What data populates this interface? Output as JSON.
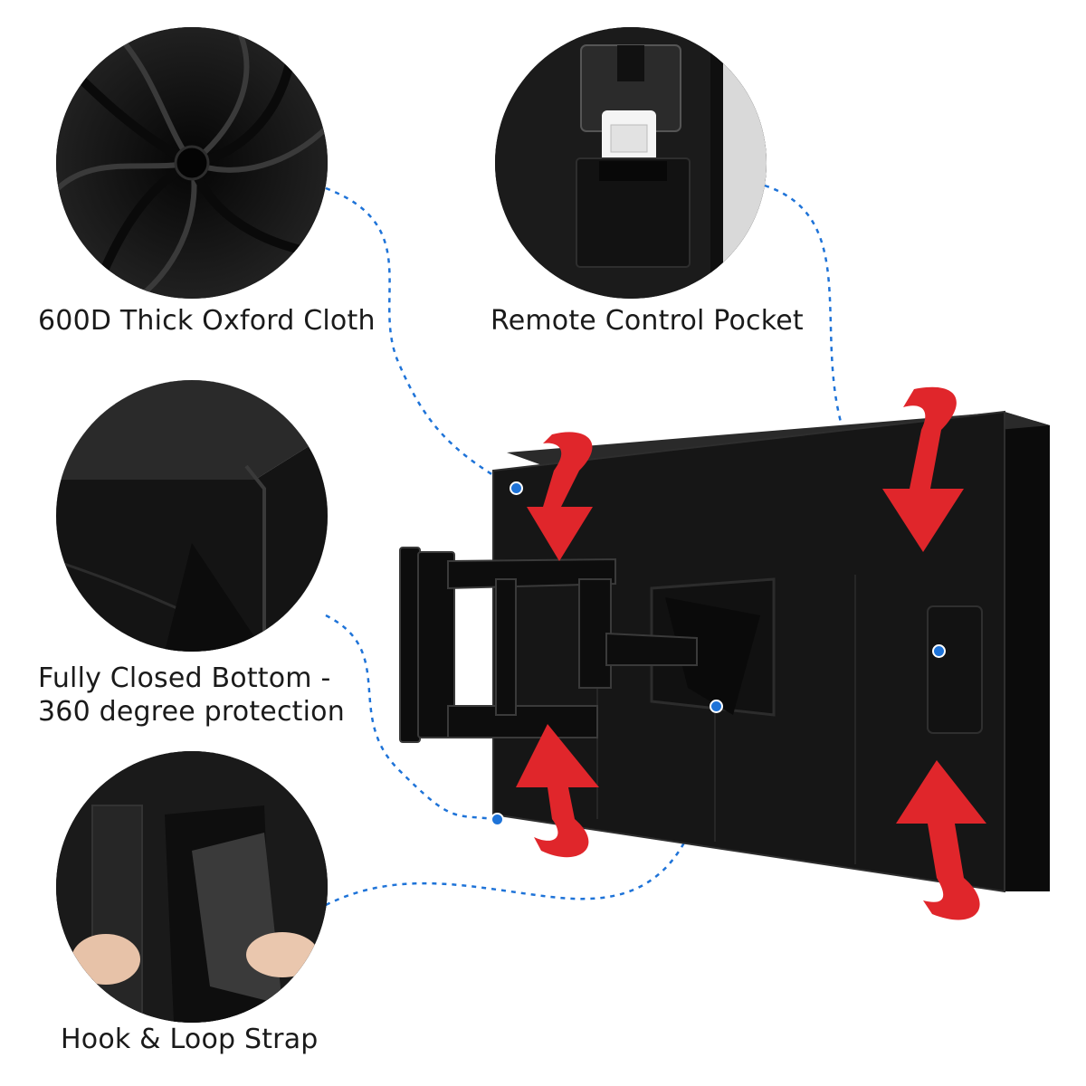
{
  "features": [
    {
      "id": "oxford",
      "caption": "600D Thick Oxford Cloth"
    },
    {
      "id": "pocket",
      "caption": "Remote Control Pocket"
    },
    {
      "id": "bottom",
      "caption_line1": "Fully Closed Bottom -",
      "caption_line2": "360 degree protection"
    },
    {
      "id": "strap",
      "caption": "Hook & Loop Strap"
    }
  ],
  "colors": {
    "connector_line": "#1e73d8",
    "arrow": "#e0262b",
    "cover": "#161616"
  },
  "icons": [
    "rotate-arrow-icon",
    "rotate-arrow-icon",
    "rotate-arrow-icon",
    "rotate-arrow-icon"
  ]
}
